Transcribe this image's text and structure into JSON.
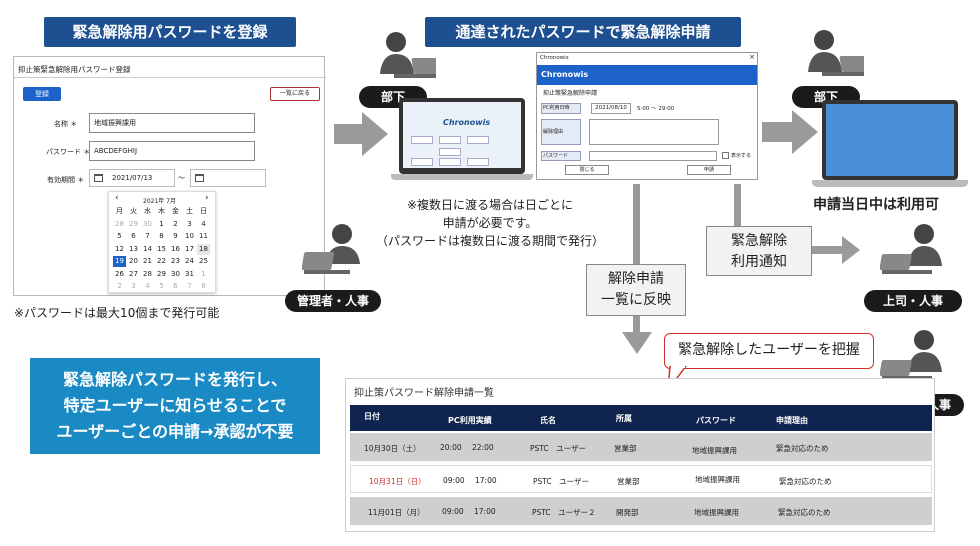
{
  "banners": {
    "register": "緊急解除用パスワードを登録",
    "apply": "通達されたパスワードで緊急解除申請"
  },
  "register_form": {
    "title": "抑止策緊急解除用パスワード登録",
    "register_button": "登録",
    "back_button": "一覧に戻る",
    "name_label": "名称 ＊",
    "name_value": "地域振興課用",
    "password_label": "パスワード ＊",
    "password_value": "ABCDEFGHIJ",
    "period_label": "有効期間 ＊",
    "start_date": "2021/07/13",
    "tilde": "～",
    "calendar": {
      "month": "2021年 7月",
      "weekdays": [
        "月",
        "火",
        "水",
        "木",
        "金",
        "土",
        "日"
      ],
      "weeks": [
        [
          "28",
          "29",
          "30",
          "1",
          "2",
          "3",
          "4"
        ],
        [
          "5",
          "6",
          "7",
          "8",
          "9",
          "10",
          "11"
        ],
        [
          "12",
          "13",
          "14",
          "15",
          "16",
          "17",
          "18"
        ],
        [
          "19",
          "20",
          "21",
          "22",
          "23",
          "24",
          "25"
        ],
        [
          "26",
          "27",
          "28",
          "29",
          "30",
          "31",
          "1"
        ],
        [
          "2",
          "3",
          "4",
          "5",
          "6",
          "7",
          "8"
        ]
      ],
      "prev": "‹",
      "next": "›"
    }
  },
  "notes": {
    "max_passwords": "※パスワードは最大10個まで発行可能",
    "multi_day_1": "※複数日に渡る場合は日ごとに",
    "multi_day_2": "申請が必要です。",
    "multi_day_3": "（パスワードは複数日に渡る期間で発行）"
  },
  "roles": {
    "admin": "管理者・人事",
    "subordinate_1": "部下",
    "subordinate_2": "部下",
    "boss": "上司・人事",
    "admin_2": "管理者・人事"
  },
  "laptop_app": {
    "logo": "Chronowis"
  },
  "dialog": {
    "window_title": "Chronowis",
    "close": "×",
    "app_title": "Chronowis",
    "form_title": "抑止策緊急解除申請",
    "pc_date_label": "PC利用日時",
    "date_value": "2021/08/10",
    "time_value": "5:00 ～ 29:00",
    "reason_label": "解除理由",
    "password_label": "パスワード",
    "show_label": "表示する",
    "close_button": "閉じる",
    "apply_button": "申請"
  },
  "callouts": {
    "unlock_notice_1": "緊急解除",
    "unlock_notice_2": "利用通知",
    "reflect_1": "解除申請",
    "reflect_2": "一覧に反映",
    "grasp": "緊急解除したユーザーを把握"
  },
  "available_today": "申請当日中は利用可",
  "summary": {
    "line1": "緊急解除パスワードを発行し、",
    "line2": "特定ユーザーに知らせることで",
    "line3": "ユーザーごとの申請→承認が不要"
  },
  "list": {
    "title": "抑止策パスワード解除申請一覧",
    "headers": [
      "日付",
      "PC利用実績",
      "氏名",
      "所属",
      "パスワード",
      "申請理由"
    ],
    "rows": [
      {
        "date": "10月30日（土）",
        "start": "20:00",
        "end": "22:00",
        "name": "PSTC　ユーザー",
        "dept": "営業部",
        "password": "地域振興課用",
        "reason": "緊急対応のため"
      },
      {
        "date": "10月31日（日）",
        "start": "09:00",
        "end": "17:00",
        "name": "PSTC　ユーザー",
        "dept": "営業部",
        "password": "地域振興課用",
        "reason": "緊急対応のため"
      },
      {
        "date": "11月01日（月）",
        "start": "09:00",
        "end": "17:00",
        "name": "PSTC　ユーザー２",
        "dept": "開発部",
        "password": "地域振興課用",
        "reason": "緊急対応のため"
      }
    ]
  },
  "colors": {
    "banner_blue": "#1d4f91",
    "summary_blue": "#1a8ac4",
    "list_header": "#0f2550",
    "highlight_red": "#d0312d"
  }
}
